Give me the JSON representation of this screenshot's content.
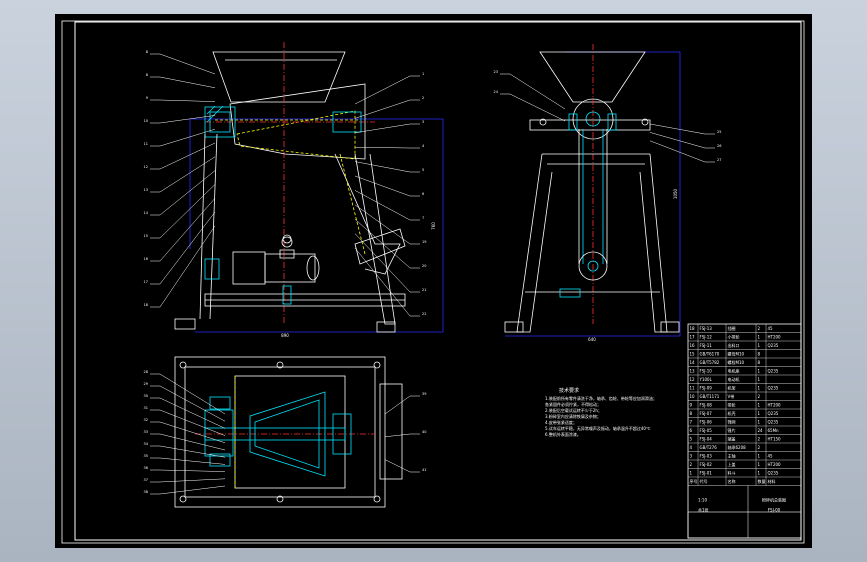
{
  "drawing": {
    "colors": {
      "background": "#000000",
      "frame": "#ffffff",
      "outline": "#ffffff",
      "dimension": "#2a2aff",
      "center_line": "#ff3030",
      "hidden": "#ffff00",
      "part": "#00e5ff",
      "balloon_line": "#ffffff"
    },
    "views": [
      "front-section-view",
      "side-view",
      "top-view"
    ],
    "balloons": {
      "front_left": [
        "8",
        "8",
        "9",
        "10",
        "11",
        "12",
        "13",
        "14",
        "15",
        "16",
        "17",
        "18"
      ],
      "front_right": [
        "1",
        "2",
        "3",
        "4",
        "5",
        "6",
        "7",
        "19",
        "20",
        "21",
        "22"
      ],
      "side_left": [
        "23",
        "24"
      ],
      "side_right": [
        "25",
        "26",
        "27"
      ],
      "top_left": [
        "28",
        "29",
        "30",
        "31",
        "32",
        "33",
        "34",
        "35",
        "36",
        "37",
        "38"
      ],
      "top_right": [
        "39",
        "40",
        "41"
      ]
    },
    "dimensions": {
      "front_width": "890",
      "front_height": "760",
      "side_width": "640",
      "side_height": "1050"
    }
  },
  "technical_notes": {
    "title": "技术要求",
    "lines": [
      "1.装配前所有零件清洗干净，轴承、齿轮、带轮等应加润滑油；",
      "各紧固件必须拧紧，不得松动；",
      "2.装配后空载试运转不少于2h；",
      "3.粉碎室内应清除铁屑及杂物；",
      "4.皮带张紧适度；",
      "5.试车运转平稳，无异常噪声及振动，轴承温升不超过40℃",
      "6.整机外表面涂漆。"
    ]
  },
  "title_block": {
    "drawing_title": "粉碎机总装图",
    "drawing_number": "FSJ-00",
    "scale": "1:10",
    "sheet": "共1张",
    "rows": [
      [
        "1",
        "FSJ-01",
        "料斗",
        "1",
        "Q235"
      ],
      [
        "2",
        "FSJ-02",
        "上盖",
        "1",
        "HT200"
      ],
      [
        "3",
        "FSJ-03",
        "主轴",
        "1",
        "45"
      ],
      [
        "4",
        "GB/T276",
        "轴承6208",
        "2",
        ""
      ],
      [
        "5",
        "FSJ-04",
        "端盖",
        "2",
        "HT150"
      ],
      [
        "6",
        "FSJ-05",
        "锤片",
        "24",
        "65Mn"
      ],
      [
        "7",
        "FSJ-06",
        "筛网",
        "1",
        "Q235"
      ],
      [
        "8",
        "FSJ-07",
        "机壳",
        "1",
        "Q235"
      ],
      [
        "9",
        "FSJ-08",
        "带轮",
        "1",
        "HT200"
      ],
      [
        "10",
        "GB/T1171",
        "V带",
        "2",
        ""
      ],
      [
        "11",
        "FSJ-09",
        "机架",
        "1",
        "Q235"
      ],
      [
        "12",
        "Y100L",
        "电动机",
        "1",
        ""
      ],
      [
        "13",
        "FSJ-10",
        "电机座",
        "1",
        "Q235"
      ],
      [
        "14",
        "GB/T5782",
        "螺栓M10",
        "8",
        ""
      ],
      [
        "15",
        "GB/T6170",
        "螺母M10",
        "8",
        ""
      ],
      [
        "16",
        "FSJ-11",
        "出料口",
        "1",
        "Q235"
      ],
      [
        "17",
        "FSJ-12",
        "小带轮",
        "1",
        "HT200"
      ],
      [
        "18",
        "FSJ-13",
        "挡圈",
        "2",
        "45"
      ]
    ],
    "header": [
      "序号",
      "代号",
      "名称",
      "数量",
      "材料"
    ]
  }
}
